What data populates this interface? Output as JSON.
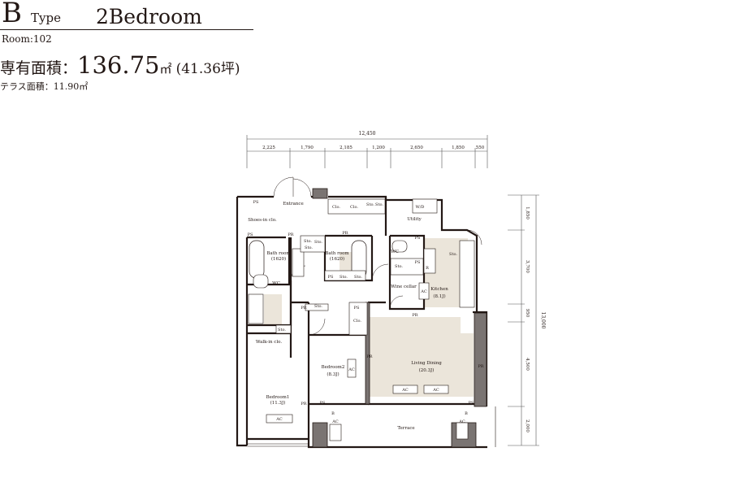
{
  "header": {
    "type_letter": "B",
    "type_word": "Type",
    "type_name": "2Bedroom",
    "room": "Room:102",
    "area_label": "専有面積：",
    "area_value": "136.75",
    "area_unit": "㎡",
    "area_tsubo": "(41.36坪)",
    "terrace_area": "テラス面積：11.90㎡"
  },
  "dimensions": {
    "total_width": "12,450",
    "segments": [
      "2,225",
      "1,790",
      "2,185",
      "1,200",
      "2,650",
      "1,850",
      "550"
    ],
    "total_height": "13,000",
    "vertical_segments": [
      "1,850",
      "3,700",
      "950",
      "4,500",
      "2,000"
    ]
  },
  "rooms": {
    "entrance": "Entrance",
    "shoes_in_closet": "Shoes-in clo.",
    "bath1": "Bath room",
    "bath1_size": "(1620)",
    "bath2": "Bath room",
    "bath2_size": "(1620)",
    "wc1": "WC",
    "wc2": "WC",
    "walk_in": "Walk-in clo.",
    "bedroom1": "Bedroom1",
    "bedroom1_size": "(11.3J)",
    "bedroom2": "Bedroom2",
    "bedroom2_size": "(8.3J)",
    "living": "Living Dining",
    "living_size": "(20.3J)",
    "kitchen": "Kitchen",
    "kitchen_size": "(8.1J)",
    "wine_cellar": "Wine cellar",
    "utility": "Utility",
    "terrace": "Terrace"
  },
  "labels": {
    "ps": "PS",
    "pr": "PR",
    "sto": "Sto.",
    "clo": "Clo.",
    "ac": "AC",
    "wd": "W/D",
    "r": "R",
    "b": "B"
  }
}
